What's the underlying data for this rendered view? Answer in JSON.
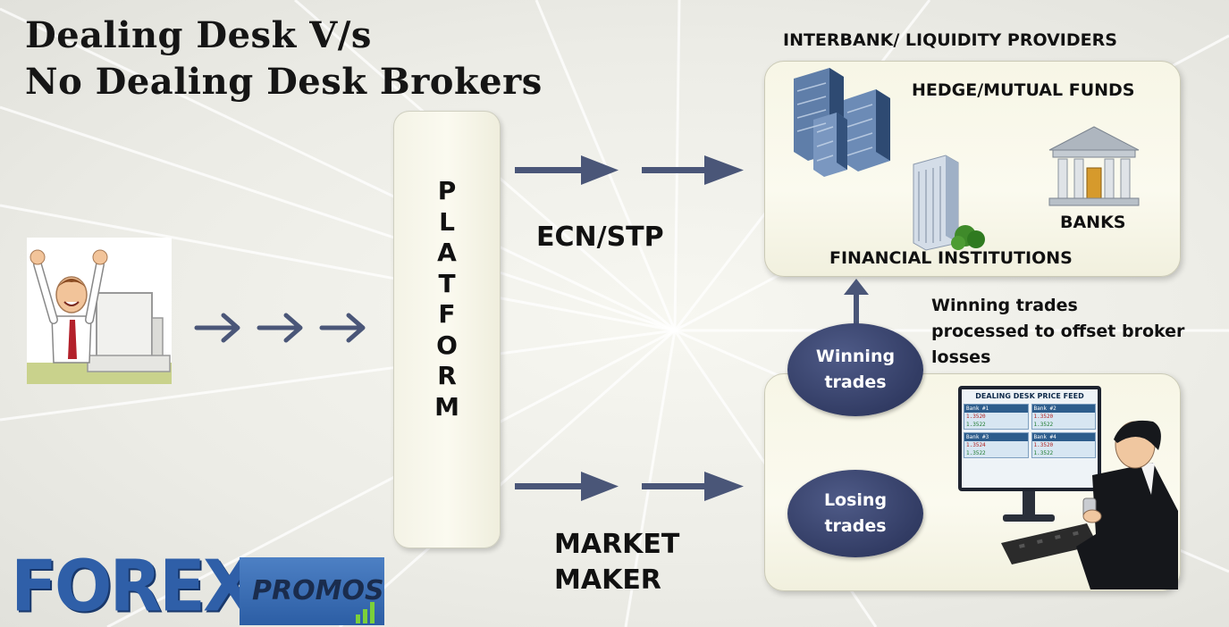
{
  "title": {
    "line1": "Dealing Desk V/s",
    "line2": "No Dealing Desk Brokers"
  },
  "platform": {
    "letters": [
      "P",
      "L",
      "A",
      "T",
      "F",
      "O",
      "R",
      "M"
    ]
  },
  "routes": {
    "ecn_label": "ECN/STP",
    "market_maker_line1": "MARKET",
    "market_maker_line2": "MAKER"
  },
  "interbank": {
    "heading": "INTERBANK/ LIQUIDITY PROVIDERS",
    "hedge_funds": "HEDGE/MUTUAL FUNDS",
    "banks": "BANKS",
    "financial_institutions": "FINANCIAL INSTITUTIONS"
  },
  "dealing_desk": {
    "winning_line1": "Winning",
    "winning_line2": "trades",
    "losing_line1": "Losing",
    "losing_line2": "trades",
    "note_line1": "Winning trades",
    "note_line2": "processed to offset broker",
    "note_line3": "losses",
    "monitor_title": "DEALING DESK PRICE FEED",
    "bank_panels": [
      {
        "name": "Bank #1",
        "buy": "1.3520",
        "sell": "1.3522"
      },
      {
        "name": "Bank #2",
        "buy": "1.3520",
        "sell": "1.3522"
      },
      {
        "name": "Bank #3",
        "buy": "1.3524",
        "sell": "1.3522"
      },
      {
        "name": "Bank #4",
        "buy": "1.3520",
        "sell": "1.3522"
      }
    ]
  },
  "logo": {
    "forex": "FOREX",
    "promos": "PROMOS"
  },
  "colors": {
    "arrow": "#4a5678",
    "oval": "#323c64",
    "logo_blue": "#2f5fa8"
  }
}
